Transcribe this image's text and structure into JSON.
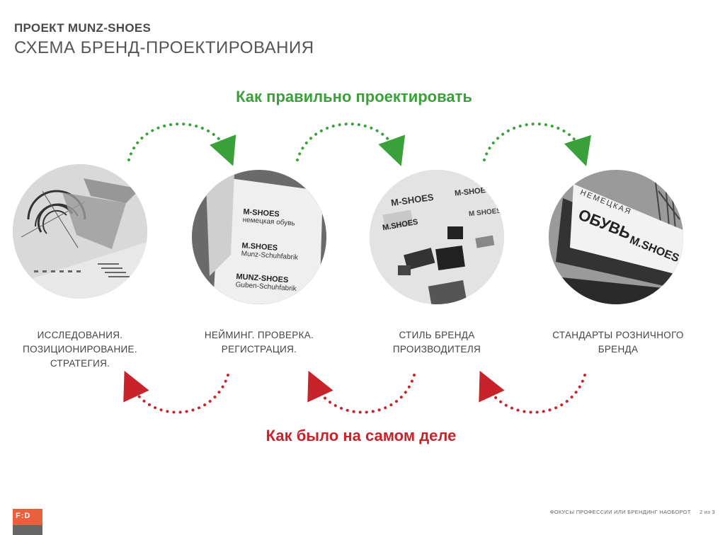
{
  "header": {
    "project": "ПРОЕКТ MUNZ-SHOES",
    "title": "СХЕМА БРЕНД-ПРОЕКТИРОВАНИЯ"
  },
  "heading_correct": "Как правильно проектировать",
  "heading_actual": "Как было на самом деле",
  "stages": [
    {
      "lines": [
        "ИССЛЕДОВАНИЯ.",
        "ПОЗИЦИОНИРОВАНИЕ.",
        "СТРАТЕГИЯ."
      ]
    },
    {
      "lines": [
        "НЕЙМИНГ. ПРОВЕРКА.",
        "РЕГИСТРАЦИЯ."
      ]
    },
    {
      "lines": [
        "СТИЛЬ БРЕНДА",
        "ПРОИЗВОДИТЕЛЯ"
      ]
    },
    {
      "lines": [
        "СТАНДАРТЫ РОЗНИЧНОГО",
        "БРЕНДА"
      ]
    }
  ],
  "naming_photo": {
    "pairs": [
      {
        "name": "M-SHOES",
        "sub": "немецкая обувь"
      },
      {
        "name": "M.SHOES",
        "sub": "Munz-Schuhfabrik"
      },
      {
        "name": "MUNZ-SHOES",
        "sub": "Guben-Schuhfabrik"
      }
    ]
  },
  "style_photo": {
    "logos": [
      "M-SHOES",
      "M-SHOES",
      "M.SHOES",
      "M SHOES"
    ]
  },
  "retail_photo": {
    "line1": "НЕМЕЦКАЯ",
    "line2": "ОБУВЬ",
    "brand": "M.SHOES"
  },
  "footer": {
    "logo": "F:D",
    "text": "ФОКУСЫ ПРОФЕССИИ ИЛИ БРЕНДИНГ НАОБОРОТ",
    "page": "2 из 3"
  },
  "colors": {
    "green": "#3aa13a",
    "red": "#c8232a",
    "logo_orange": "#e8603c"
  }
}
